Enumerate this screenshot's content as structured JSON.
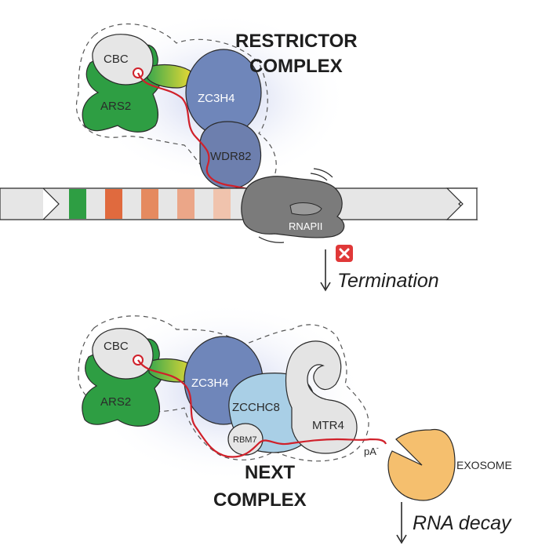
{
  "top": {
    "title_line1": "RESTRICTOR",
    "title_line2": "COMPLEX",
    "cbc": "CBC",
    "ars2": "ARS2",
    "zc3h4": "ZC3H4",
    "wdr82": "WDR82",
    "rnapii": "RNAPII",
    "step_label": "Termination",
    "colors": {
      "ars2": "#2e9e43",
      "zc3h4": "#6f86ba",
      "wdr82": "#6d7fae",
      "rnapii": "#7b7b7b",
      "rna": "#d0202a",
      "block_icon": "#e03838"
    }
  },
  "gene_bar": {
    "stripe_colors": [
      "#2e9e43",
      "#e06a3e",
      "#e58a5f",
      "#eba688",
      "#f0c3ad"
    ]
  },
  "bottom": {
    "title_line1": "NEXT",
    "title_line2": "COMPLEX",
    "cbc": "CBC",
    "ars2": "ARS2",
    "zc3h4": "ZC3H4",
    "zcchc8": "ZCCHC8",
    "rbm7": "RBM7",
    "mtr4": "MTR4",
    "polya": "pA",
    "polya_sup": "-",
    "exosome": "EXOSOME",
    "step_label": "RNA decay",
    "colors": {
      "zcchc8": "#a9cfe6",
      "exosome": "#f5bf6e",
      "mtr4": "#e4e4e4"
    }
  }
}
